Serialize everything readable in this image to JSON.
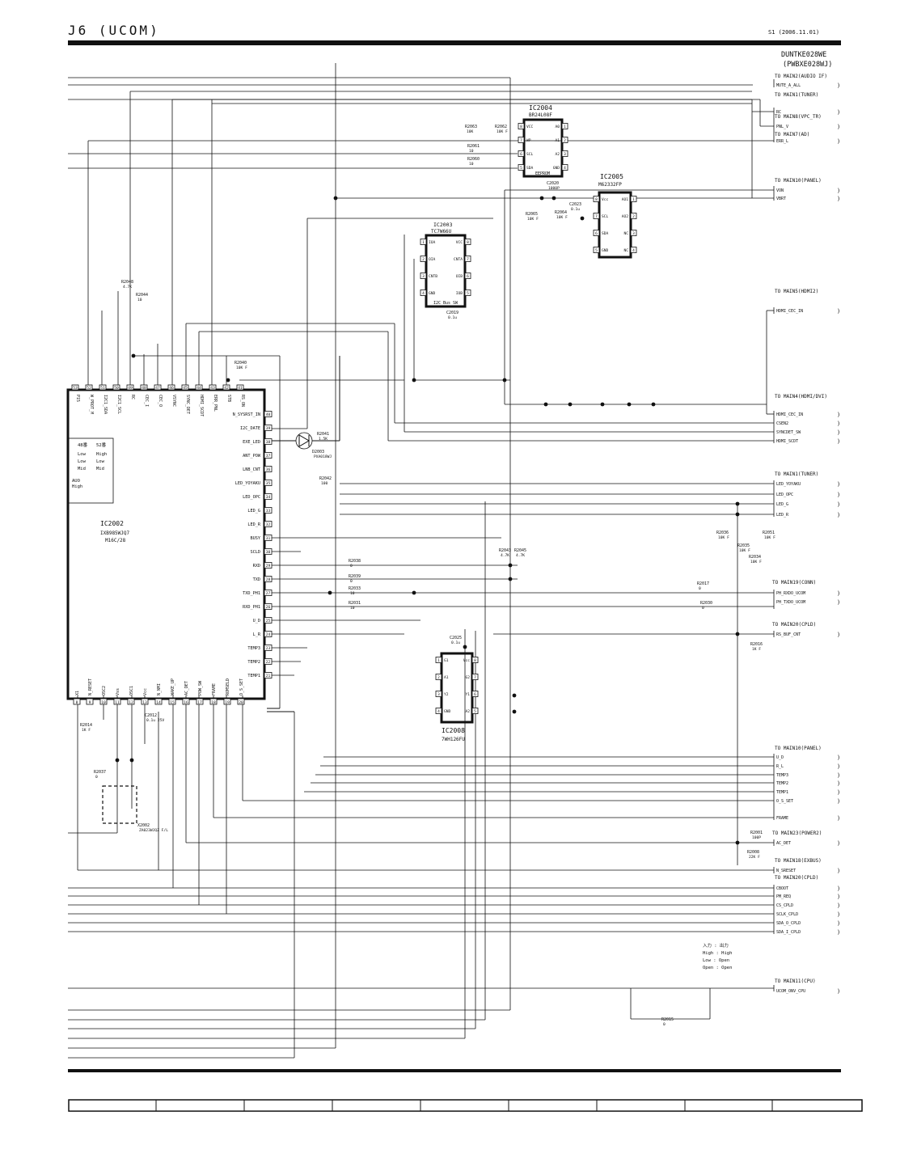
{
  "sheet_title": "J6 (UCOM)",
  "revision": "S1 (2006.11.01)",
  "board": {
    "unit": "DUNTKE028WE",
    "pwb": "(PWBXE028WJ)"
  },
  "ics": {
    "ic2004": {
      "ref": "IC2004",
      "part": "BR24L08F",
      "label": "EEPROM",
      "left": [
        {
          "num": "8",
          "name": "VCC"
        },
        {
          "num": "7",
          "name": "WP"
        },
        {
          "num": "6",
          "name": "SCL"
        },
        {
          "num": "5",
          "name": "SDA"
        }
      ],
      "right": [
        {
          "num": "1",
          "name": "A0"
        },
        {
          "num": "2",
          "name": "A1"
        },
        {
          "num": "3",
          "name": "A2"
        },
        {
          "num": "4",
          "name": "GND"
        }
      ]
    },
    "ic2005": {
      "ref": "IC2005",
      "part": "M62332FP",
      "left": [
        {
          "num": "8",
          "name": "Vcc"
        },
        {
          "num": "7",
          "name": "SCL"
        },
        {
          "num": "6",
          "name": "SDA"
        },
        {
          "num": "5",
          "name": "GND"
        }
      ],
      "right": [
        {
          "num": "1",
          "name": "AO1"
        },
        {
          "num": "2",
          "name": "AO2"
        },
        {
          "num": "3",
          "name": "NC"
        },
        {
          "num": "4",
          "name": "NC"
        }
      ]
    },
    "ic2003": {
      "ref": "IC2003",
      "part": "TC7W66U",
      "label": "I2C Bus SW",
      "left": [
        {
          "num": "1",
          "name": "IOA"
        },
        {
          "num": "2",
          "name": "OIA"
        },
        {
          "num": "3",
          "name": "CNTB"
        },
        {
          "num": "4",
          "name": "GND"
        }
      ],
      "right": [
        {
          "num": "8",
          "name": "VCC"
        },
        {
          "num": "7",
          "name": "CNTA"
        },
        {
          "num": "6",
          "name": "OIB"
        },
        {
          "num": "5",
          "name": "IOB"
        }
      ]
    },
    "ic2008": {
      "ref": "IC2008",
      "part": "7WH126FU",
      "left": [
        {
          "num": "1",
          "name": "G1"
        },
        {
          "num": "2",
          "name": "A1"
        },
        {
          "num": "3",
          "name": "Y2"
        },
        {
          "num": "4",
          "name": "GND"
        }
      ],
      "right": [
        {
          "num": "8",
          "name": "Vcc"
        },
        {
          "num": "7",
          "name": "G2"
        },
        {
          "num": "6",
          "name": "Y1"
        },
        {
          "num": "5",
          "name": "A2"
        }
      ]
    },
    "ic2002": {
      "ref": "IC2002",
      "part": "IXB985WJQ7",
      "sub": "M16C/28"
    }
  },
  "ic2002_top_pins": [
    {
      "num": "53",
      "name": "P15"
    },
    {
      "num": "52",
      "name": "W_PROT_M"
    },
    {
      "num": "51",
      "name": "I2C1_SDA"
    },
    {
      "num": "50",
      "name": "I2C1_SCL"
    },
    {
      "num": "49",
      "name": "RC"
    },
    {
      "num": "48",
      "name": "CEC_I"
    },
    {
      "num": "47",
      "name": "CEC_O"
    },
    {
      "num": "46",
      "name": "VSYNC"
    },
    {
      "num": "45",
      "name": "SYNC_DET"
    },
    {
      "num": "44",
      "name": "HDMI_SCDT"
    },
    {
      "num": "43",
      "name": "ERR_PNL"
    },
    {
      "num": "42",
      "name": "STB"
    },
    {
      "num": "41",
      "name": "RS_ON"
    }
  ],
  "ic2002_right_pins": [
    {
      "num": "40",
      "name": "N_SYSRST_IN"
    },
    {
      "num": "39",
      "name": "I2C_DATE"
    },
    {
      "num": "38",
      "name": "EXE_LED"
    },
    {
      "num": "37",
      "name": "ANT_POW"
    },
    {
      "num": "36",
      "name": "LNB_CNT"
    },
    {
      "num": "35",
      "name": "LED_YOYAKU"
    },
    {
      "num": "34",
      "name": "LED_OPC"
    },
    {
      "num": "33",
      "name": "LED_G"
    },
    {
      "num": "32",
      "name": "LED_R"
    },
    {
      "num": "31",
      "name": "BUSY"
    },
    {
      "num": "30",
      "name": "SCLD"
    },
    {
      "num": "29",
      "name": "RXD"
    },
    {
      "num": "28",
      "name": "TXD"
    },
    {
      "num": "27",
      "name": "TXD_PH1"
    },
    {
      "num": "26",
      "name": "RXD_PH1"
    },
    {
      "num": "25",
      "name": "U_D"
    },
    {
      "num": "24",
      "name": "L_R"
    },
    {
      "num": "23",
      "name": "TEMP3"
    },
    {
      "num": "22",
      "name": "TEMP2"
    },
    {
      "num": "21",
      "name": "TEMP1"
    }
  ],
  "ic2002_bottom_pins": [
    {
      "num": "8",
      "name": "X1"
    },
    {
      "num": "9",
      "name": "N_RESET"
    },
    {
      "num": "10",
      "name": "OSC2"
    },
    {
      "num": "11",
      "name": "Vss"
    },
    {
      "num": "12",
      "name": "OSC1"
    },
    {
      "num": "13",
      "name": "Vcc"
    },
    {
      "num": "14",
      "name": "N_NMI"
    },
    {
      "num": "15",
      "name": "WAKE_UP"
    },
    {
      "num": "16",
      "name": "AC_DET"
    },
    {
      "num": "17",
      "name": "POW_SW"
    },
    {
      "num": "18",
      "name": "FRAME"
    },
    {
      "num": "19",
      "name": "ROMSELD"
    },
    {
      "num": "20",
      "name": "O_S_SET"
    }
  ],
  "mode_table": {
    "hdr1": "48番",
    "hdr2": "52番",
    "rows": [
      [
        "Low",
        "High"
      ],
      [
        "Low",
        "Low"
      ],
      [
        "Mid",
        "Mid"
      ]
    ],
    "note1": "AUO",
    "note2": "High"
  },
  "components": [
    {
      "ref": "R2063",
      "val": "10K"
    },
    {
      "ref": "R2062",
      "val": "10K F"
    },
    {
      "ref": "R2061",
      "val": "10"
    },
    {
      "ref": "R2060",
      "val": "10"
    },
    {
      "ref": "C2020",
      "val": "1000P"
    },
    {
      "ref": "C2023",
      "val": "0.1u"
    },
    {
      "ref": "R2065",
      "val": "10K F"
    },
    {
      "ref": "R2064",
      "val": "10K F"
    },
    {
      "ref": "C2019",
      "val": "0.1u"
    },
    {
      "ref": "R2048",
      "val": "4.7K"
    },
    {
      "ref": "R2044",
      "val": "10"
    },
    {
      "ref": "R2040",
      "val": "10K F"
    },
    {
      "ref": "R2041",
      "val": "1.5K"
    },
    {
      "ref": "D2003",
      "val": "PXA018WJ"
    },
    {
      "ref": "R2042",
      "val": "100"
    },
    {
      "ref": "R2036",
      "val": "10K F"
    },
    {
      "ref": "R2035",
      "val": "10K F"
    },
    {
      "ref": "R2051",
      "val": "10K F"
    },
    {
      "ref": "R2034",
      "val": "10K F"
    },
    {
      "ref": "R2038",
      "val": "0"
    },
    {
      "ref": "R2039",
      "val": "0"
    },
    {
      "ref": "R2043",
      "val": "4.7K"
    },
    {
      "ref": "R2045",
      "val": "4.7K"
    },
    {
      "ref": "R2033",
      "val": "10"
    },
    {
      "ref": "R2031",
      "val": "10"
    },
    {
      "ref": "R2017",
      "val": "0"
    },
    {
      "ref": "R2030",
      "val": "0"
    },
    {
      "ref": "C2025",
      "val": "0.1u"
    },
    {
      "ref": "R2016",
      "val": "1K F"
    },
    {
      "ref": "C2012",
      "val": "0.1u 25V"
    },
    {
      "ref": "R2014",
      "val": "1K F"
    },
    {
      "ref": "R2037",
      "val": "0"
    },
    {
      "ref": "X2002",
      "val": "ZA023WJQZ F/L"
    },
    {
      "ref": "R2001",
      "val": "100P"
    },
    {
      "ref": "R2008",
      "val": "22K F"
    },
    {
      "ref": "R2015",
      "val": "0"
    }
  ],
  "connectors": [
    {
      "to": "TO MAIN2(AUDIO IF)",
      "signals": [
        "MUTE_A_ALL"
      ]
    },
    {
      "to": "TO MAIN1(TUNER)",
      "signals": []
    },
    {
      "to": "",
      "signals": [
        "RC"
      ]
    },
    {
      "to": "TO MAIN8(VPC_TR)",
      "signals": [
        "PNL_V"
      ]
    },
    {
      "to": "TO MAIN7(AD)",
      "signals": [
        "ERR_L"
      ]
    },
    {
      "to": "TO MAIN10(PANEL)",
      "signals": [
        "VON",
        "VBRT"
      ]
    },
    {
      "to": "TO MAIN5(HDMI2)",
      "signals": [
        "HDMI_CEC_IN"
      ]
    },
    {
      "to": "TO MAIN4(HDMI/DVI)",
      "signals": [
        "HDMI_CEC_IN",
        "CSEN2",
        "SYNCDET_SW",
        "HDMI_SCDT"
      ]
    },
    {
      "to": "TO MAIN1(TUNER)",
      "signals": [
        "LED_YOYAKU",
        "LED_OPC",
        "LED_G",
        "LED_R"
      ]
    },
    {
      "to": "TO MAIN19(CONN)",
      "signals": [
        "PH_RXDO_UCOM",
        "PH_TXDO_UCOM"
      ]
    },
    {
      "to": "TO MAIN20(CPLD)",
      "signals": [
        "RS_BUF_CNT"
      ]
    },
    {
      "to": "TO MAIN10(PANEL)",
      "signals": [
        "U_D",
        "R_L",
        "TEMP3",
        "TEMP2",
        "TEMP1",
        "O_S_SET",
        "FRAME"
      ]
    },
    {
      "to": "TO MAIN23(POWER2)",
      "signals": [
        "AC_DET"
      ]
    },
    {
      "to": "TO MAIN18(EXBUS)",
      "signals": [
        "N_SRESET"
      ]
    },
    {
      "to": "TO MAIN20(CPLD)",
      "signals": [
        "CBOOT",
        "PM_REQ",
        "CS_CPLD",
        "SCLK_CPLD",
        "SDA_O_CPLD",
        "SDA_I_CPLD"
      ]
    },
    {
      "to": "TO MAIN11(CPU)",
      "signals": [
        "UCOM_ONV_CPU"
      ]
    }
  ],
  "io_note": [
    "入力 : 出力",
    "High : High",
    "Low : Open",
    "Open : Open"
  ]
}
